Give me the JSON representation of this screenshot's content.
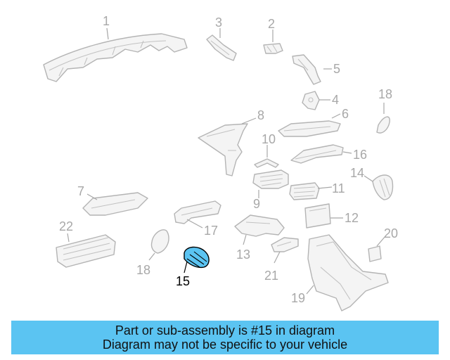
{
  "diagram": {
    "highlight_color": "#5bc4f2",
    "highlighted_part": "15",
    "callouts": {
      "c1": "1",
      "c2": "2",
      "c3": "3",
      "c4": "4",
      "c5": "5",
      "c6": "6",
      "c7": "7",
      "c8": "8",
      "c9": "9",
      "c10": "10",
      "c11": "11",
      "c12": "12",
      "c13": "13",
      "c14": "14",
      "c15": "15",
      "c16": "16",
      "c17": "17",
      "c18a": "18",
      "c18b": "18",
      "c19": "19",
      "c20": "20",
      "c21": "21",
      "c22": "22"
    }
  },
  "banner": {
    "line1": "Part or sub-assembly is #15 in diagram",
    "line2": "Diagram may not be specific to your vehicle"
  }
}
